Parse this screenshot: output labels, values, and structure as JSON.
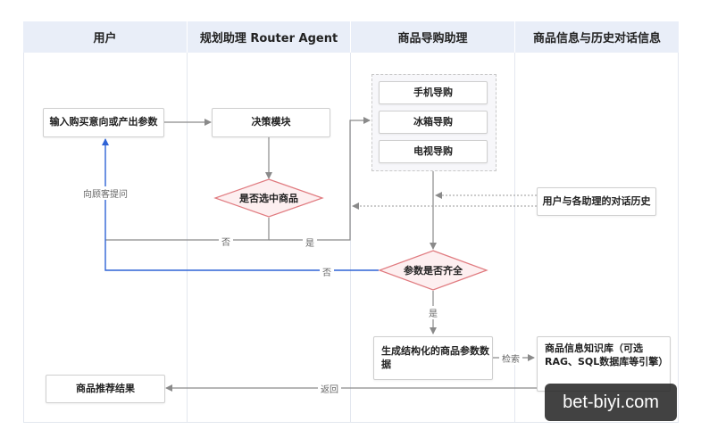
{
  "lanes": [
    {
      "title": "用户"
    },
    {
      "title": "规划助理 Router Agent"
    },
    {
      "title": "商品导购助理"
    },
    {
      "title": "商品信息与历史对话信息"
    }
  ],
  "nodes": {
    "input_intent": "输入购买意向或产出参数",
    "decision_module": "决策模块",
    "is_product_selected": "是否选中商品",
    "phone_guide": "手机导购",
    "fridge_guide": "冰箱导购",
    "tv_guide": "电视导购",
    "chat_history": "用户与各助理的对话历史",
    "params_complete": "参数是否齐全",
    "structured_params": "生成结构化的商品参数数据",
    "knowledge_base": "商品信息知识库（可选RAG、SQL数据库等引擎）",
    "recommend_result": "商品推荐结果"
  },
  "edge_labels": {
    "ask_customer": "向顾客提问",
    "no_1": "否",
    "yes_1": "是",
    "no_2": "否",
    "yes_2": "是",
    "retrieve": "检索",
    "return": "返回"
  },
  "watermark": "bet-biyi.com",
  "colors": {
    "lane_header_bg": "#e9eef8",
    "decision_fill": "#fdeff0",
    "decision_stroke": "#e07a7f",
    "blue_edge": "#2f63d6",
    "gray_edge": "#8a8a8a"
  }
}
